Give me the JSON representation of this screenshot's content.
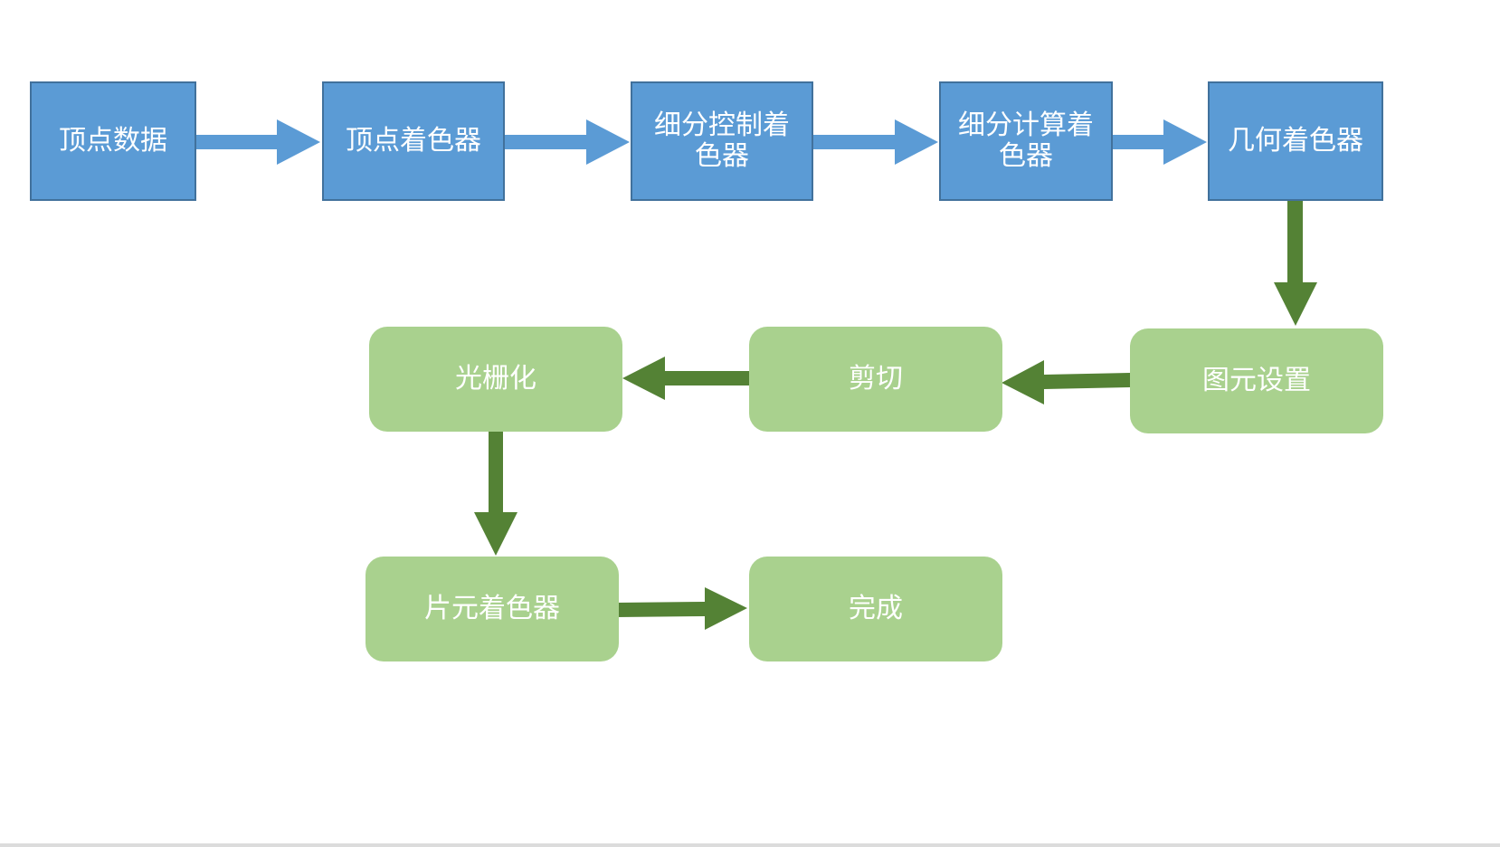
{
  "diagram": {
    "colors": {
      "blue_fill": "#5b9bd5",
      "blue_border": "#41719c",
      "blue_arrow": "#5b9bd5",
      "green_fill": "#a9d18e",
      "green_arrow": "#548235",
      "text": "#ffffff"
    },
    "nodes": {
      "vertex_data": "顶点数据",
      "vertex_shader": "顶点着色器",
      "tess_control_shader": "细分控制着色器",
      "tess_evaluation_shader": "细分计算着色器",
      "geometry_shader": "几何着色器",
      "primitive_setup": "图元设置",
      "clipping": "剪切",
      "rasterization": "光栅化",
      "fragment_shader": "片元着色器",
      "done": "完成"
    },
    "edges": [
      {
        "from": "vertex_data",
        "to": "vertex_shader"
      },
      {
        "from": "vertex_shader",
        "to": "tess_control_shader"
      },
      {
        "from": "tess_control_shader",
        "to": "tess_evaluation_shader"
      },
      {
        "from": "tess_evaluation_shader",
        "to": "geometry_shader"
      },
      {
        "from": "geometry_shader",
        "to": "primitive_setup"
      },
      {
        "from": "primitive_setup",
        "to": "clipping"
      },
      {
        "from": "clipping",
        "to": "rasterization"
      },
      {
        "from": "rasterization",
        "to": "fragment_shader"
      },
      {
        "from": "fragment_shader",
        "to": "done"
      }
    ]
  }
}
